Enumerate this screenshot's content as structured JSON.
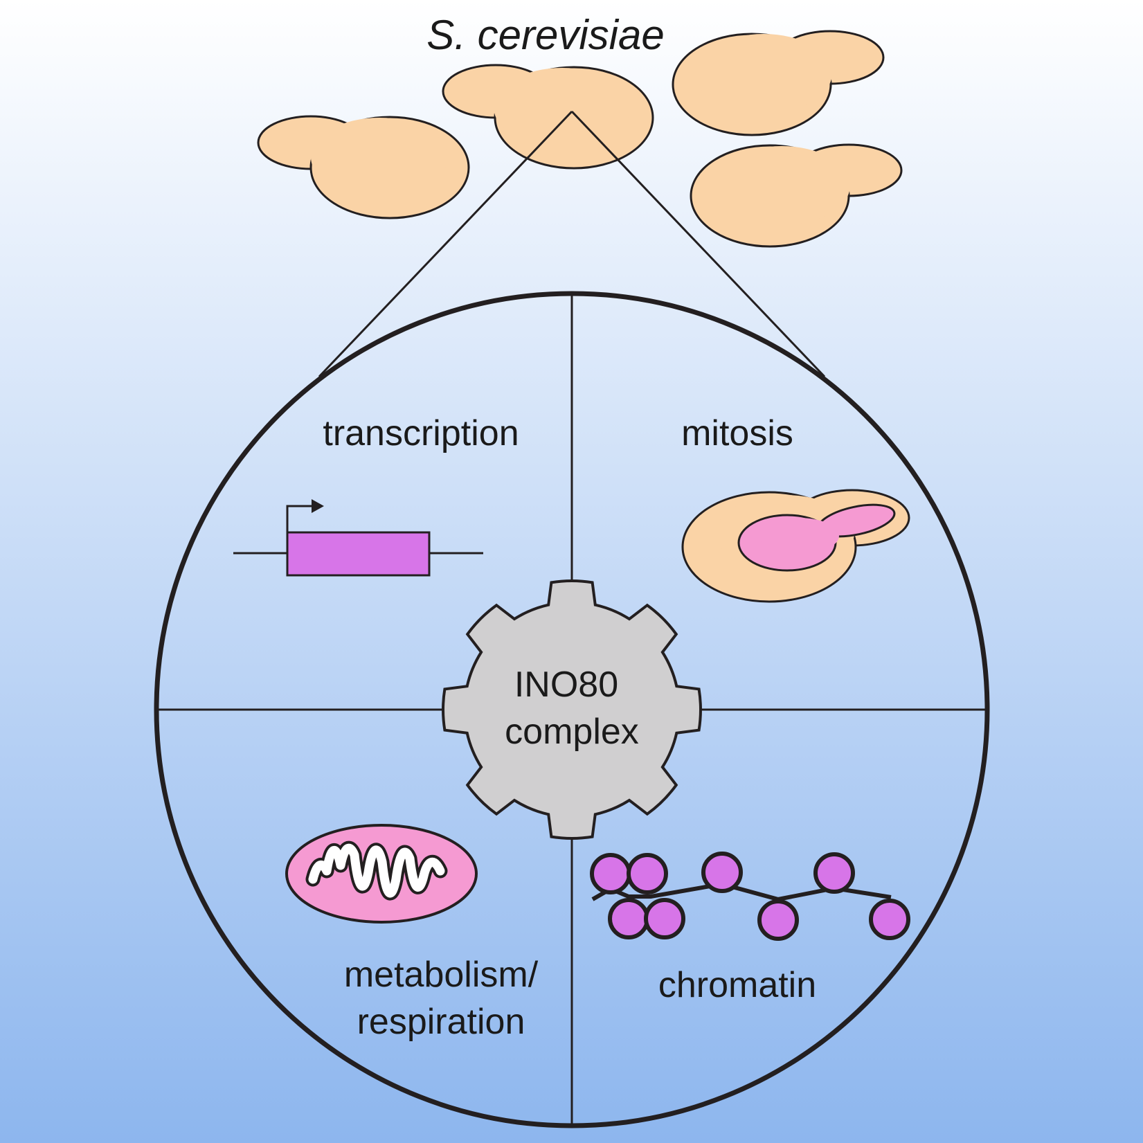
{
  "organism": "S. cerevisiae",
  "center": {
    "line1": "INO80",
    "line2": "complex"
  },
  "quadrants": {
    "top_left": "transcription",
    "top_right": "mitosis",
    "bottom_left": {
      "line1": "metabolism/",
      "line2": "respiration"
    },
    "bottom_right": "chromatin"
  },
  "colors": {
    "background_top": "#ffffff",
    "background_bottom": "#8db6ee",
    "yeast_cell": "#fad3a6",
    "gear": "#d0cfd0",
    "gene_box": "#d775e8",
    "nucleus": "#f59ad2",
    "mitochondrion": "#f59ad2",
    "nucleosome": "#d775e8",
    "outline": "#231f20"
  },
  "icons": {
    "yeast": "budding-yeast-cell",
    "gene": "gene-promoter-arrow",
    "mitosis": "dividing-yeast-nucleus",
    "mitochondrion": "mitochondrion",
    "chromatin": "nucleosome-chain",
    "complex": "gear"
  }
}
